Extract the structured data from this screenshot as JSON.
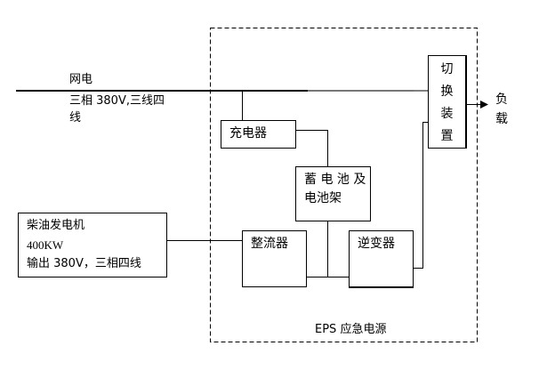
{
  "diagram": {
    "title": "EPS 应急电源",
    "grid": {
      "label": "网电",
      "spec_line1": "三相 380V,三线四",
      "spec_line2": "线"
    },
    "generator": {
      "name": "柴油发电机",
      "power": "400KW",
      "output": "输出 380V，三相四线"
    },
    "charger": {
      "label": "充电器"
    },
    "battery": {
      "line1": "蓄 电 池 及",
      "line2": "电池架"
    },
    "rectifier": {
      "label": "整流器"
    },
    "inverter": {
      "label": "逆变器"
    },
    "switch": {
      "chars": [
        "切",
        "换",
        "装",
        "置"
      ]
    },
    "load": {
      "chars": [
        "负",
        "载"
      ]
    },
    "eps_label": "EPS 应急电源",
    "connections": [
      {
        "from": "grid",
        "to": "switch"
      },
      {
        "from": "grid",
        "to": "charger"
      },
      {
        "from": "charger",
        "to": "battery"
      },
      {
        "from": "generator",
        "to": "rectifier"
      },
      {
        "from": "rectifier",
        "to": "inverter"
      },
      {
        "from": "battery",
        "to": "inverter"
      },
      {
        "from": "inverter",
        "to": "switch"
      },
      {
        "from": "switch",
        "to": "load"
      }
    ]
  }
}
